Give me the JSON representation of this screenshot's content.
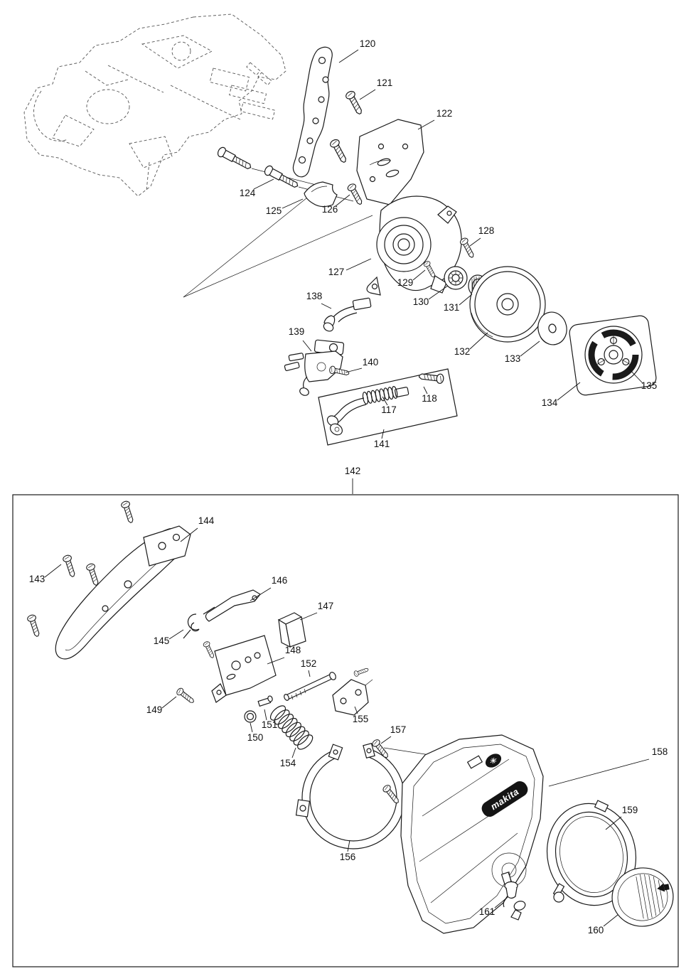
{
  "diagram": {
    "brand_logo_text": "makita"
  },
  "labels": {
    "117": "117",
    "118": "118",
    "120": "120",
    "121": "121",
    "122": "122",
    "124": "124",
    "125": "125",
    "126": "126",
    "127": "127",
    "128": "128",
    "129": "129",
    "130": "130",
    "131": "131",
    "132": "132",
    "133": "133",
    "134": "134",
    "135": "135",
    "138": "138",
    "139": "139",
    "140": "140",
    "141": "141",
    "142": "142",
    "143": "143",
    "144": "144",
    "145": "145",
    "146": "146",
    "147": "147",
    "148": "148",
    "149": "149",
    "150": "150",
    "151": "151",
    "152": "152",
    "154": "154",
    "155": "155",
    "156": "156",
    "157": "157",
    "158": "158",
    "159": "159",
    "160": "160",
    "161": "161"
  }
}
